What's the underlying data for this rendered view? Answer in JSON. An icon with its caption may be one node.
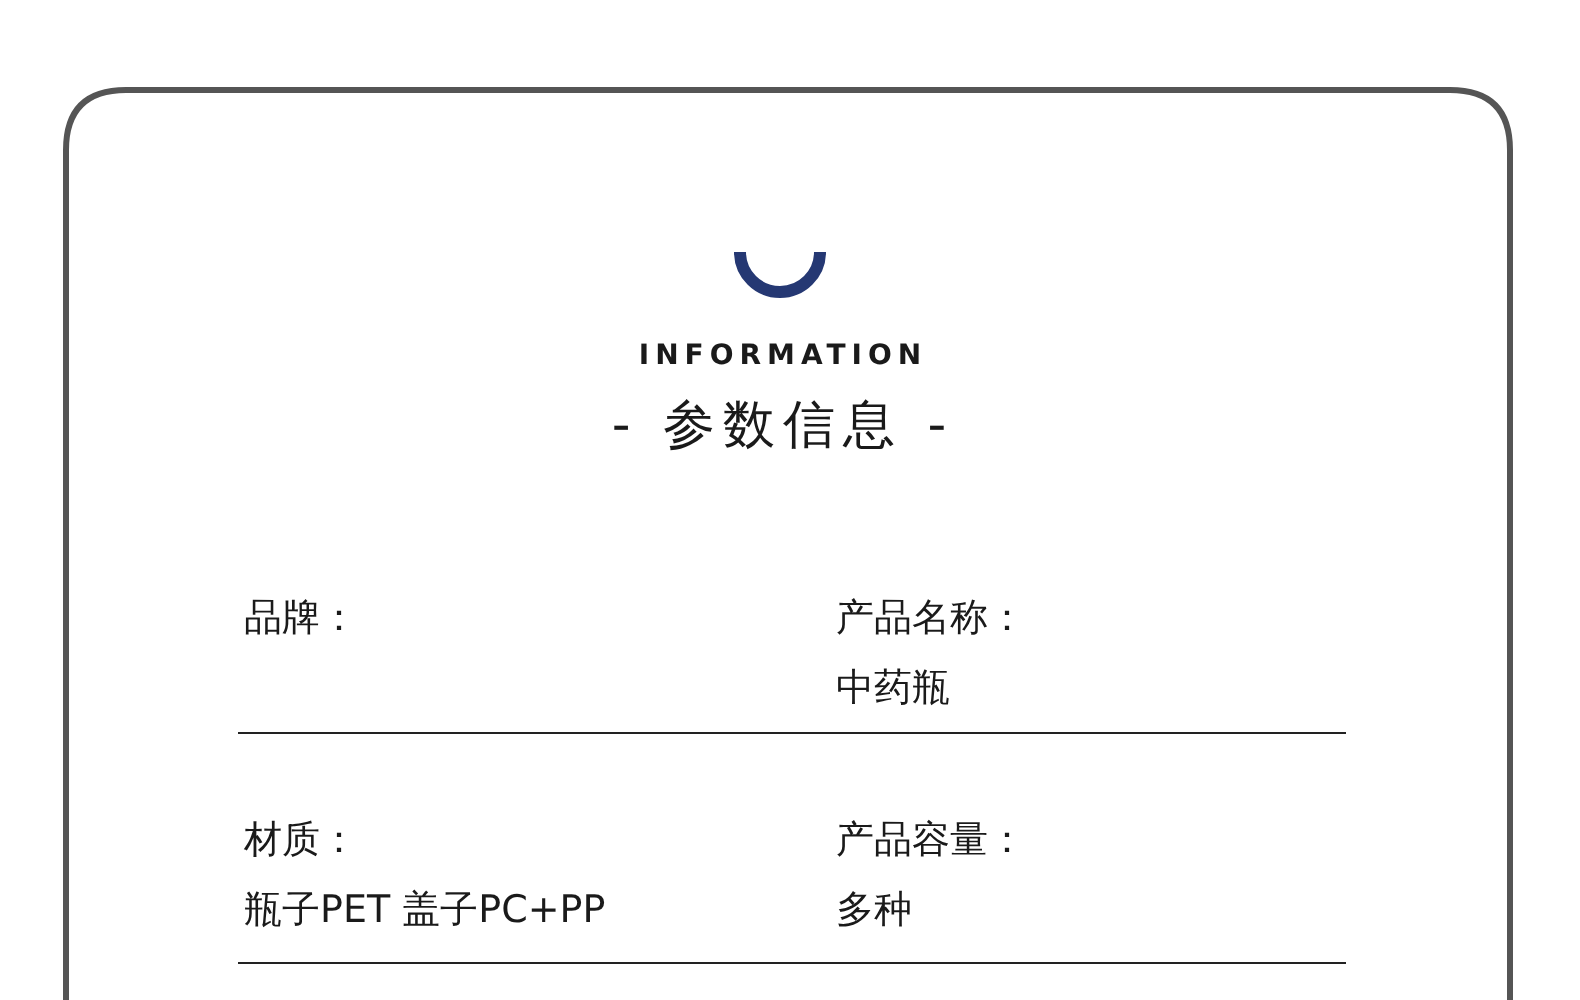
{
  "diagram": {
    "title": "INFORMATION",
    "labels": [
      "- 参数信息 -",
      "品牌：",
      "产品名称：",
      "中药瓶",
      "材质：",
      "瓶子PET 盖子PC+PP",
      "产品容量：",
      "多种"
    ]
  }
}
